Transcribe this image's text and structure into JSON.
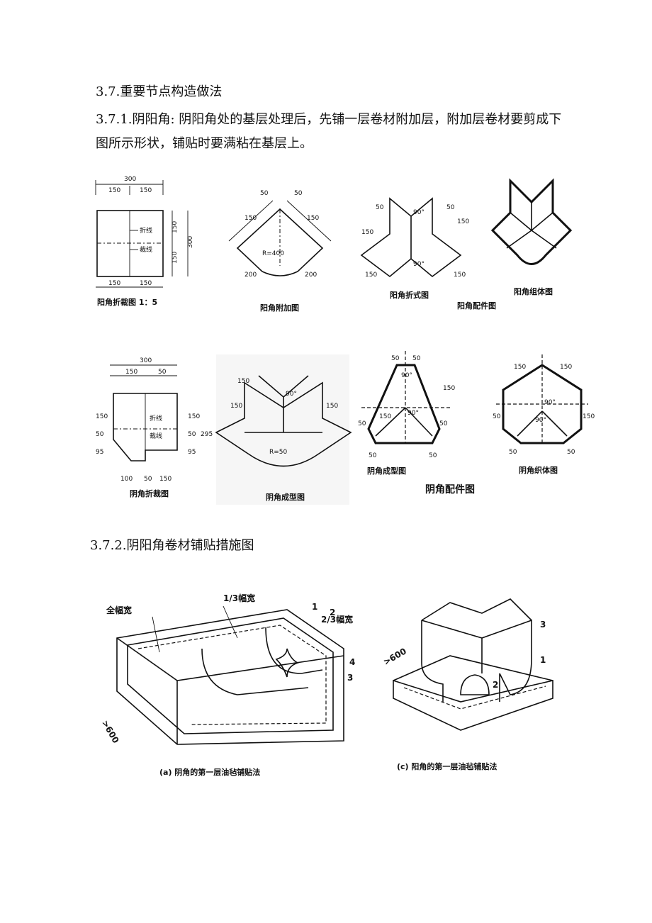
{
  "heading": "3.7.重要节点构造做法",
  "para1_line1": "3.7.1.阴阳角: 阴阳角处的基层处理后，先铺一层卷材附加层，附加层卷材要剪成下",
  "para1_line2": "图所示形状，铺贴时要满粘在基层上。",
  "heading2": "3.7.2.阴阳角卷材铺贴措施图",
  "row1": {
    "fig1": {
      "caption": "阳角折裁图 1：5",
      "dim_300": "300",
      "dim_150": "150",
      "fold": "折线",
      "cut": "裁线"
    },
    "fig2": {
      "caption": "阳角附加图",
      "d50": "50",
      "d150": "150",
      "d200": "200",
      "radius": "R=400"
    },
    "fig3": {
      "caption": "阳角折式图",
      "d50": "50",
      "d150": "150",
      "d90": "90°"
    },
    "fig4": {
      "caption": "阳角组体图"
    },
    "group_caption": "阳角配件图"
  },
  "row2": {
    "fig1": {
      "caption": "阴角折裁图",
      "d300": "300",
      "d150": "150",
      "d50": "50",
      "d95": "95",
      "d100": "100",
      "d295": "295",
      "fold": "折线",
      "cut": "裁线"
    },
    "fig2": {
      "caption": "阴角成型图",
      "d150": "150",
      "d90": "90°",
      "radius": "R=50"
    },
    "fig3": {
      "caption": "阴角成型图",
      "d50": "50",
      "d150": "150",
      "d90": "90°"
    },
    "fig4": {
      "caption": "阴角织体图",
      "d50": "50",
      "d150": "150",
      "d90": "90°"
    },
    "group_caption": "阴角配件图"
  },
  "row3": {
    "left": {
      "caption": "(a) 阴角的第一层油毡铺贴法",
      "full": "全幅宽",
      "third": "1/3幅宽",
      "twothird": "2/3幅宽",
      "n1": "1",
      "n2": "2",
      "n3": "3",
      "n4": "4",
      "gt600": ">600"
    },
    "right": {
      "caption": "(c) 阳角的第一层油毡铺贴法",
      "n1": "1",
      "n2": "2",
      "n3": "3",
      "gt600": ">600"
    }
  }
}
